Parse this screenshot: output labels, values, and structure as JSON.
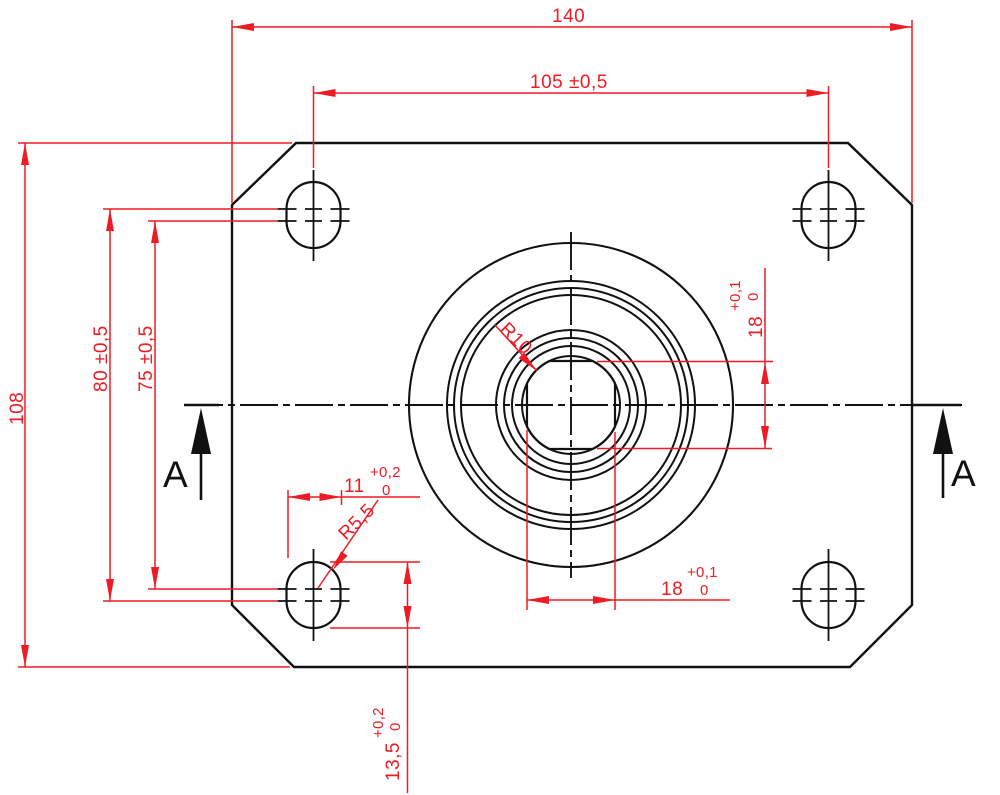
{
  "drawing_type": "2D technical drawing - flange plate front view with section A-A arrows",
  "colors": {
    "dimension_red": "#ed1c24",
    "outline_black": "#111111",
    "background": "#ffffff"
  },
  "dimensions": {
    "overall_width": {
      "value": "140"
    },
    "bolt_spacing_horizontal": {
      "value": "105 ±0,5"
    },
    "overall_height": {
      "value": "108"
    },
    "bolt_spacing_vertical_outer": {
      "value": "80 ±0,5"
    },
    "bolt_spacing_vertical_inner": {
      "value": "75 ±0,5"
    },
    "bore_flat_vertical": {
      "value": "18",
      "tol_plus": "+0,1",
      "tol_zero": "0"
    },
    "bore_flat_horizontal": {
      "value": "18",
      "tol_plus": "+0,1",
      "tol_zero": "0"
    },
    "slot_width": {
      "value": "11",
      "tol_plus": "+0,2",
      "tol_zero": "0"
    },
    "slot_length": {
      "value": "13,5",
      "tol_plus": "+0,2",
      "tol_zero": "0"
    },
    "bore_corner_radius": {
      "value": "R10"
    },
    "slot_end_radius": {
      "value": "R5,5"
    }
  },
  "section": {
    "left_label": "A",
    "right_label": "A"
  }
}
